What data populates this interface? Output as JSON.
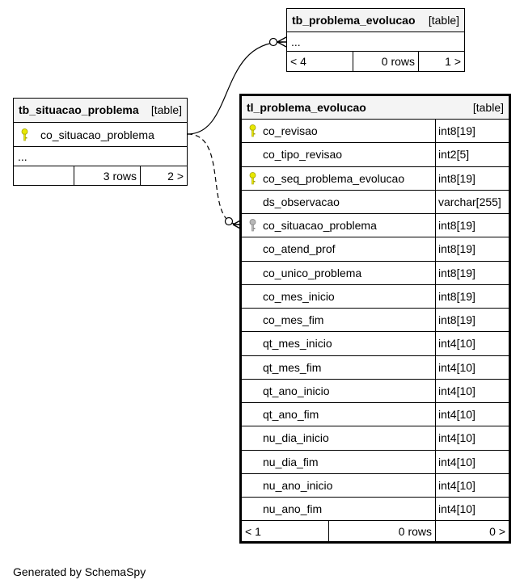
{
  "tables": {
    "tb_problema_evolucao": {
      "name": "tb_problema_evolucao",
      "kind": "[table]",
      "columns_placeholder": "...",
      "footer": {
        "left": "< 4",
        "rows": "0 rows",
        "right": "1 >"
      }
    },
    "tb_situacao_problema": {
      "name": "tb_situacao_problema",
      "kind": "[table]",
      "pk_column": "co_situacao_problema",
      "columns_placeholder": "...",
      "footer": {
        "left": "",
        "rows": "3 rows",
        "right": "2 >"
      }
    },
    "tl_problema_evolucao": {
      "name": "tl_problema_evolucao",
      "kind": "[table]",
      "columns": [
        {
          "name": "co_revisao",
          "type": "int8[19]",
          "key": "primary"
        },
        {
          "name": "co_tipo_revisao",
          "type": "int2[5]",
          "key": "none"
        },
        {
          "name": "co_seq_problema_evolucao",
          "type": "int8[19]",
          "key": "primary"
        },
        {
          "name": "ds_observacao",
          "type": "varchar[255]",
          "key": "none"
        },
        {
          "name": "co_situacao_problema",
          "type": "int8[19]",
          "key": "foreign"
        },
        {
          "name": "co_atend_prof",
          "type": "int8[19]",
          "key": "none"
        },
        {
          "name": "co_unico_problema",
          "type": "int8[19]",
          "key": "none"
        },
        {
          "name": "co_mes_inicio",
          "type": "int8[19]",
          "key": "none"
        },
        {
          "name": "co_mes_fim",
          "type": "int8[19]",
          "key": "none"
        },
        {
          "name": "qt_mes_inicio",
          "type": "int4[10]",
          "key": "none"
        },
        {
          "name": "qt_mes_fim",
          "type": "int4[10]",
          "key": "none"
        },
        {
          "name": "qt_ano_inicio",
          "type": "int4[10]",
          "key": "none"
        },
        {
          "name": "qt_ano_fim",
          "type": "int4[10]",
          "key": "none"
        },
        {
          "name": "nu_dia_inicio",
          "type": "int4[10]",
          "key": "none"
        },
        {
          "name": "nu_dia_fim",
          "type": "int4[10]",
          "key": "none"
        },
        {
          "name": "nu_ano_inicio",
          "type": "int4[10]",
          "key": "none"
        },
        {
          "name": "nu_ano_fim",
          "type": "int4[10]",
          "key": "none"
        }
      ],
      "footer": {
        "left": "< 1",
        "rows": "0 rows",
        "right": "0 >"
      }
    }
  },
  "colors": {
    "primary_key": "#e8e800",
    "foreign_key": "#b8b8b8"
  },
  "footer_text": "Generated by SchemaSpy"
}
